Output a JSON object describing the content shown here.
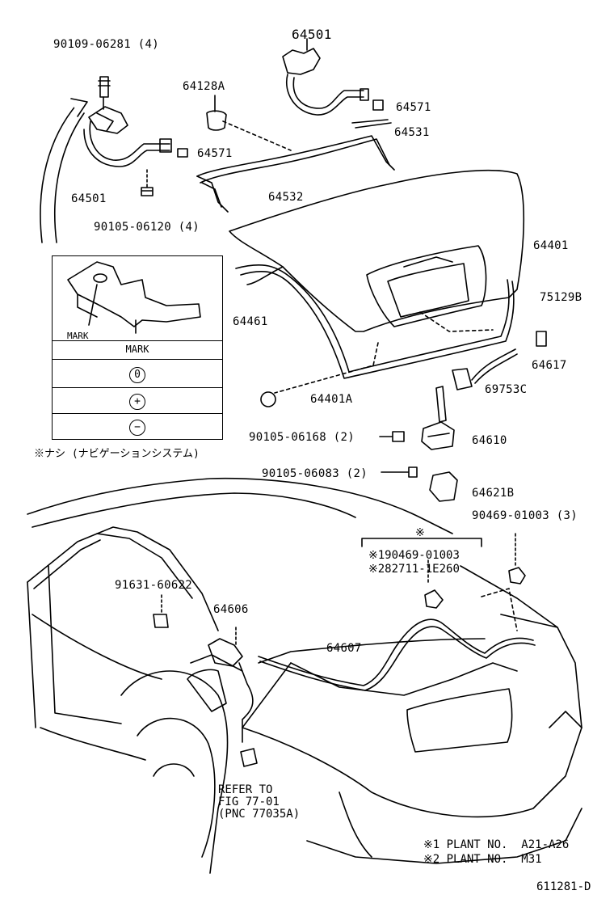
{
  "parts": {
    "p90109": "90109-06281 (4)",
    "p64501_top": "64501",
    "p64128A": "64128A",
    "p64571_right": "64571",
    "p64531": "64531",
    "p64571_left": "64571",
    "p64532": "64532",
    "p64501_left": "64501",
    "p90105_06120": "90105-06120 (4)",
    "p64401": "64401",
    "p75129B": "75129B",
    "p64461": "64461",
    "p64617": "64617",
    "p69753C": "69753C",
    "p64401A": "64401A",
    "p90105_06168": "90105-06168 (2)",
    "p64610": "64610",
    "p90105_06083": "90105-06083 (2)",
    "p64621B": "64621B",
    "p90469": "90469-01003 (3)",
    "p91631": "91631-60622",
    "p64606": "64606",
    "p64607": "64607"
  },
  "inset": {
    "mark_label": "MARK",
    "header": "MARK",
    "symbols": [
      "0",
      "+",
      "−"
    ]
  },
  "notes": {
    "nashi": "※ナシ (ナビゲーションシステム)",
    "bracket_mark": "※",
    "b1": "※190469-01003",
    "b2": "※282711-1E260",
    "refer1": "REFER TO",
    "refer2": "FIG 77-01",
    "refer3": "(PNC 77035A)",
    "plant1": "※1 PLANT NO.  A21-A26",
    "plant2": "※2 PLANT NO.  M31",
    "fig_id": "611281-D"
  }
}
